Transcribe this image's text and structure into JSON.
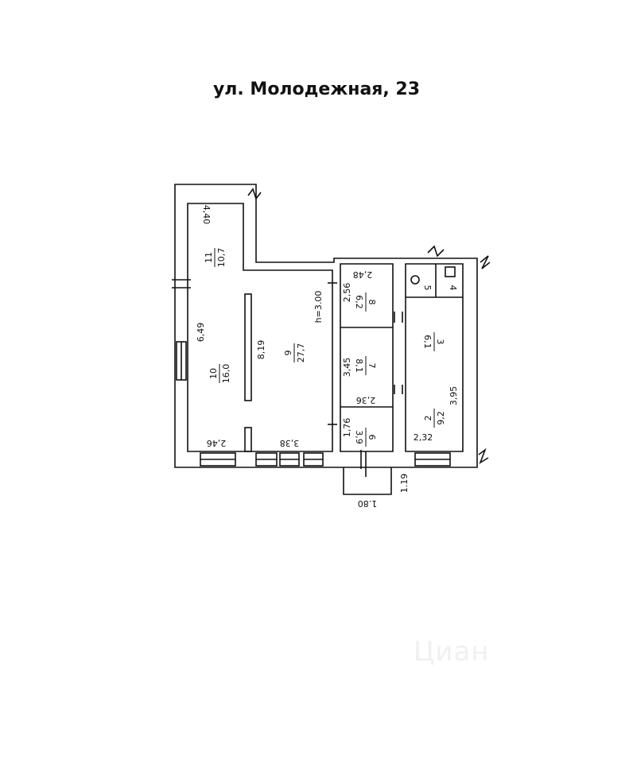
{
  "title": "ул. Молодежная, 23",
  "watermark": "Циан",
  "rooms": [
    {
      "id": "11",
      "area": "10,7"
    },
    {
      "id": "10",
      "area": "16,0"
    },
    {
      "id": "9",
      "area": "27,7"
    },
    {
      "id": "8",
      "area": "6,2"
    },
    {
      "id": "7",
      "area": "8,1"
    },
    {
      "id": "6",
      "area": "3,9"
    },
    {
      "id": "3",
      "area": "6,1"
    },
    {
      "id": "2",
      "area": "9,2"
    },
    {
      "id": "5",
      "area": ""
    },
    {
      "id": "4",
      "area": ""
    }
  ],
  "dimensions": {
    "d440": "4,40",
    "d649": "6,49",
    "d819": "8,19",
    "d246": "2,46",
    "d338": "3,38",
    "d300": "h=3.00",
    "d248": "2,48",
    "d256": "2,56",
    "d345": "3,45",
    "d236": "2,36",
    "d176": "1,76",
    "d232": "2,32",
    "d395": "3,95",
    "d119": "1.19",
    "d180": "1.80"
  },
  "colors": {
    "ink": "#111111",
    "wall": "#ffffff"
  }
}
